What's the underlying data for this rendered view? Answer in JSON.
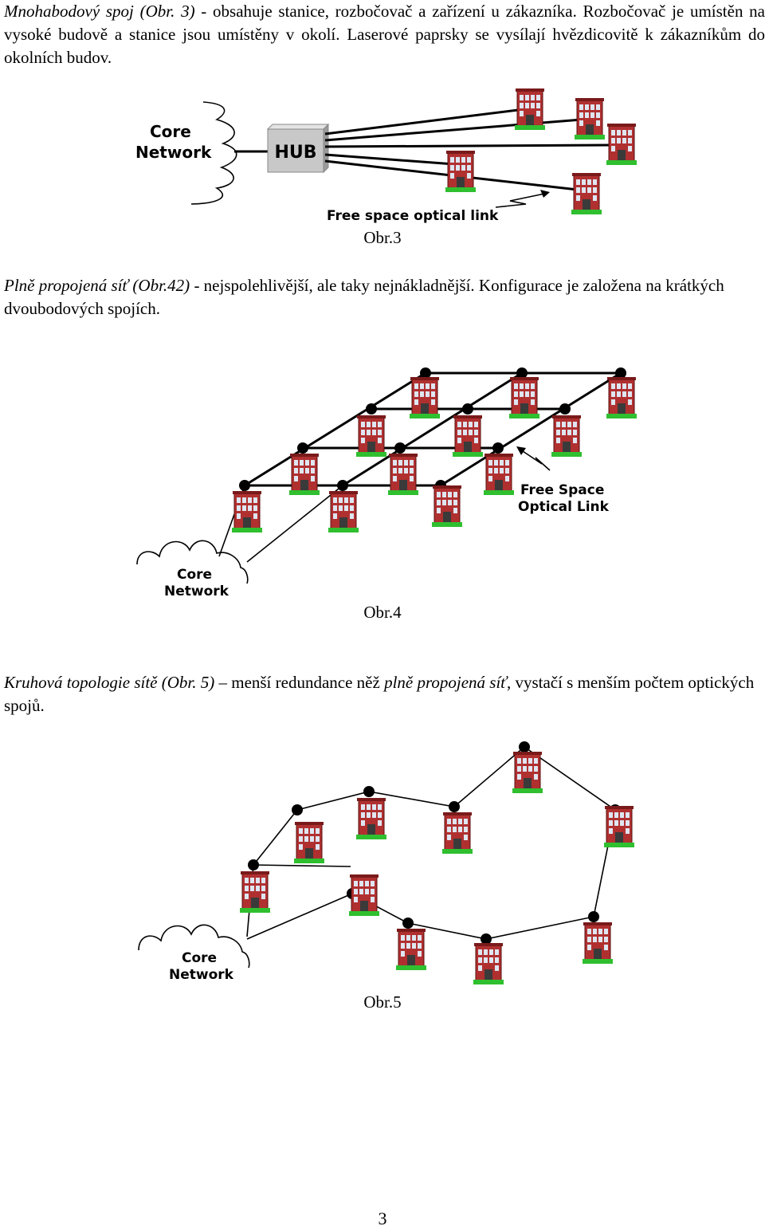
{
  "paragraph1": {
    "lead": "Mnohabodový spoj (Obr. 3)",
    "text": " - obsahuje stanice, rozbočovač a zařízení u zákazníka. Rozbočovač je umístěn na vysoké budově a stanice jsou umístěny v okolí. Laserové paprsky se vysílají hvězdicovitě k zákazníkům do okolních budov."
  },
  "figure3": {
    "core_label_line1": "Core",
    "core_label_line2": "Network",
    "hub_label": "HUB",
    "link_label": "Free space optical link",
    "caption": "Obr.3"
  },
  "paragraph2": {
    "lead": "Plně propojená síť (Obr.42)",
    "text": " - nejspolehlivější, ale taky nejnákladnější. Konfigurace je založena na krátkých dvoubodových spojích."
  },
  "figure4": {
    "link_label_line1": "Free Space",
    "link_label_line2": "Optical Link",
    "core_label_line1": "Core",
    "core_label_line2": "Network",
    "caption": "Obr.4"
  },
  "paragraph3": {
    "lead": "Kruhová topologie sítě (Obr. 5)",
    "mid": " – menší redundance něž ",
    "em2": "plně propojená síť",
    "text": ", vystačí s menším počtem optických spojů."
  },
  "figure5": {
    "core_label_line1": "Core",
    "core_label_line2": "Network",
    "caption": "Obr.5"
  },
  "page_number": "3",
  "colors": {
    "building_wall": "#b03030",
    "building_window": "#dfe6f2",
    "grass": "#2fbf2f",
    "hub_face": "#c8c8c8"
  }
}
